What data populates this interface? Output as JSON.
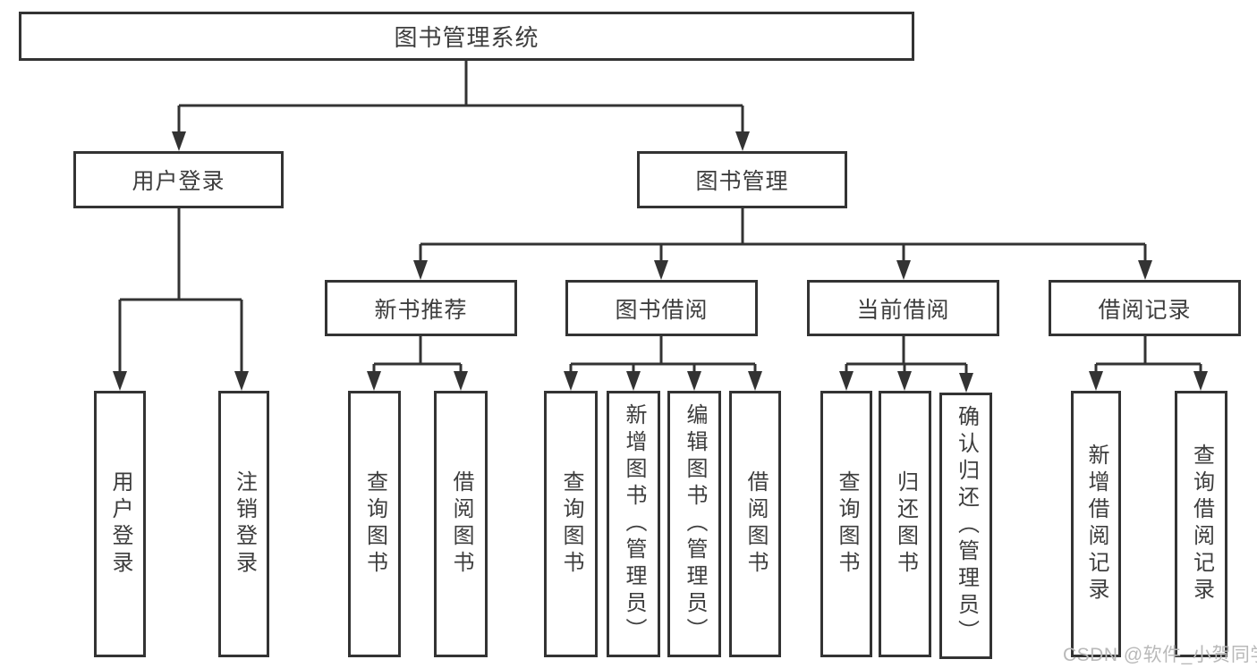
{
  "diagram": {
    "root": {
      "label": "图书管理系统"
    },
    "user_login_branch": {
      "label": "用户登录",
      "children": [
        {
          "label": "用户登录"
        },
        {
          "label": "注销登录"
        }
      ]
    },
    "book_mgmt_branch": {
      "label": "图书管理",
      "sections": [
        {
          "label": "新书推荐",
          "children": [
            {
              "label": "查询图书"
            },
            {
              "label": "借阅图书"
            }
          ]
        },
        {
          "label": "图书借阅",
          "children": [
            {
              "label": "查询图书"
            },
            {
              "label": "新增图书（管理员）"
            },
            {
              "label": "编辑图书（管理员）"
            },
            {
              "label": "借阅图书"
            }
          ]
        },
        {
          "label": "当前借阅",
          "children": [
            {
              "label": "查询图书"
            },
            {
              "label": "归还图书"
            },
            {
              "label": "确认归还（管理员）"
            }
          ]
        },
        {
          "label": "借阅记录",
          "children": [
            {
              "label": "新增借阅记录"
            },
            {
              "label": "查询借阅记录"
            }
          ]
        }
      ]
    },
    "colors": {
      "line": "#333333",
      "text": "#3d3d3d",
      "watermark": "#b9b9b9",
      "background": "#ffffff"
    }
  },
  "watermark": {
    "text": "CSDN @软件_小贺同学"
  }
}
